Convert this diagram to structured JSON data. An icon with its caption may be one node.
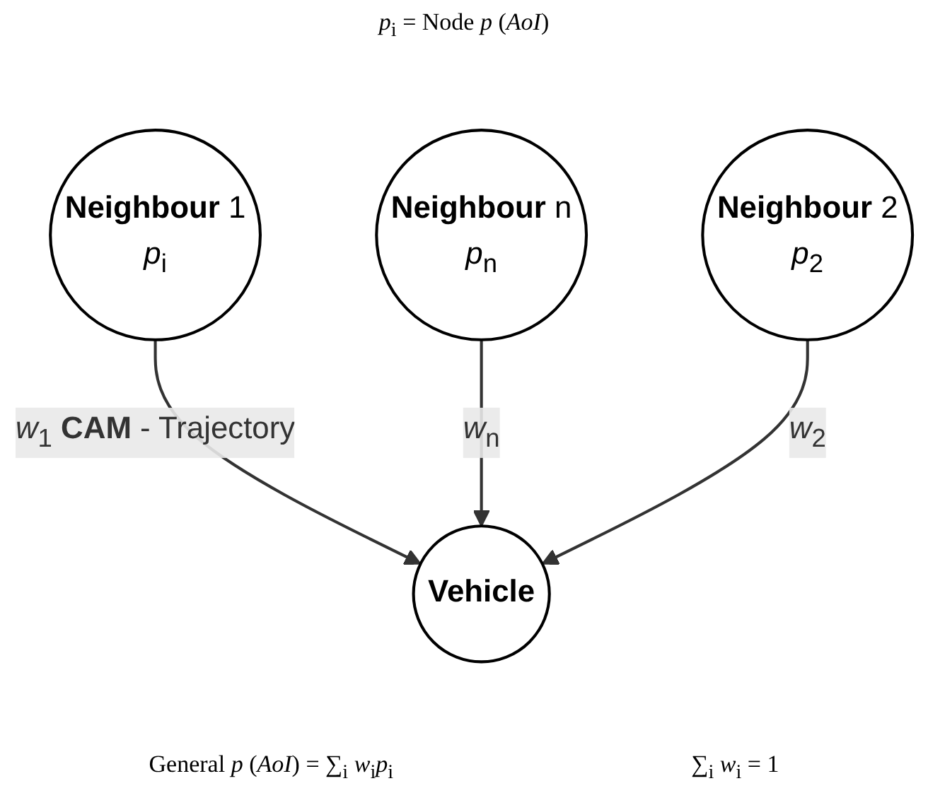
{
  "diagram": {
    "nodes": [
      {
        "text": [
          "**Neighbour** 1",
          "*p*$_{i}$"
        ]
      },
      {
        "text": [
          "Vehicle"
        ]
      },
      {
        "text": [
          "**Neighbour** n",
          "*p*$_{n}$"
        ]
      },
      {
        "text": [
          "**Neighbour** 2",
          "*p*$_{2}$"
        ]
      }
    ],
    "edges": [
      {
        "from": 0,
        "to": 1,
        "arrow": "to",
        "label": "*w*$_{1}$ **CAM** - Trajectory"
      },
      {
        "from": 2,
        "to": 1,
        "arrow": "to",
        "label": "*w*$_{n}$"
      },
      {
        "from": 3,
        "to": 1,
        "arrow": "to",
        "label": "*w*$_{2}$"
      }
    ],
    "labels": [
      "*p*$_{i}$ = Node *p* (*AoI*)",
      "General *p* (*AoI*) = ∑$_{i}$ *w*$_{i}$*p*$_{i}$",
      "∑$_{i}$ *w*$_{i}$ = 1"
    ]
  }
}
